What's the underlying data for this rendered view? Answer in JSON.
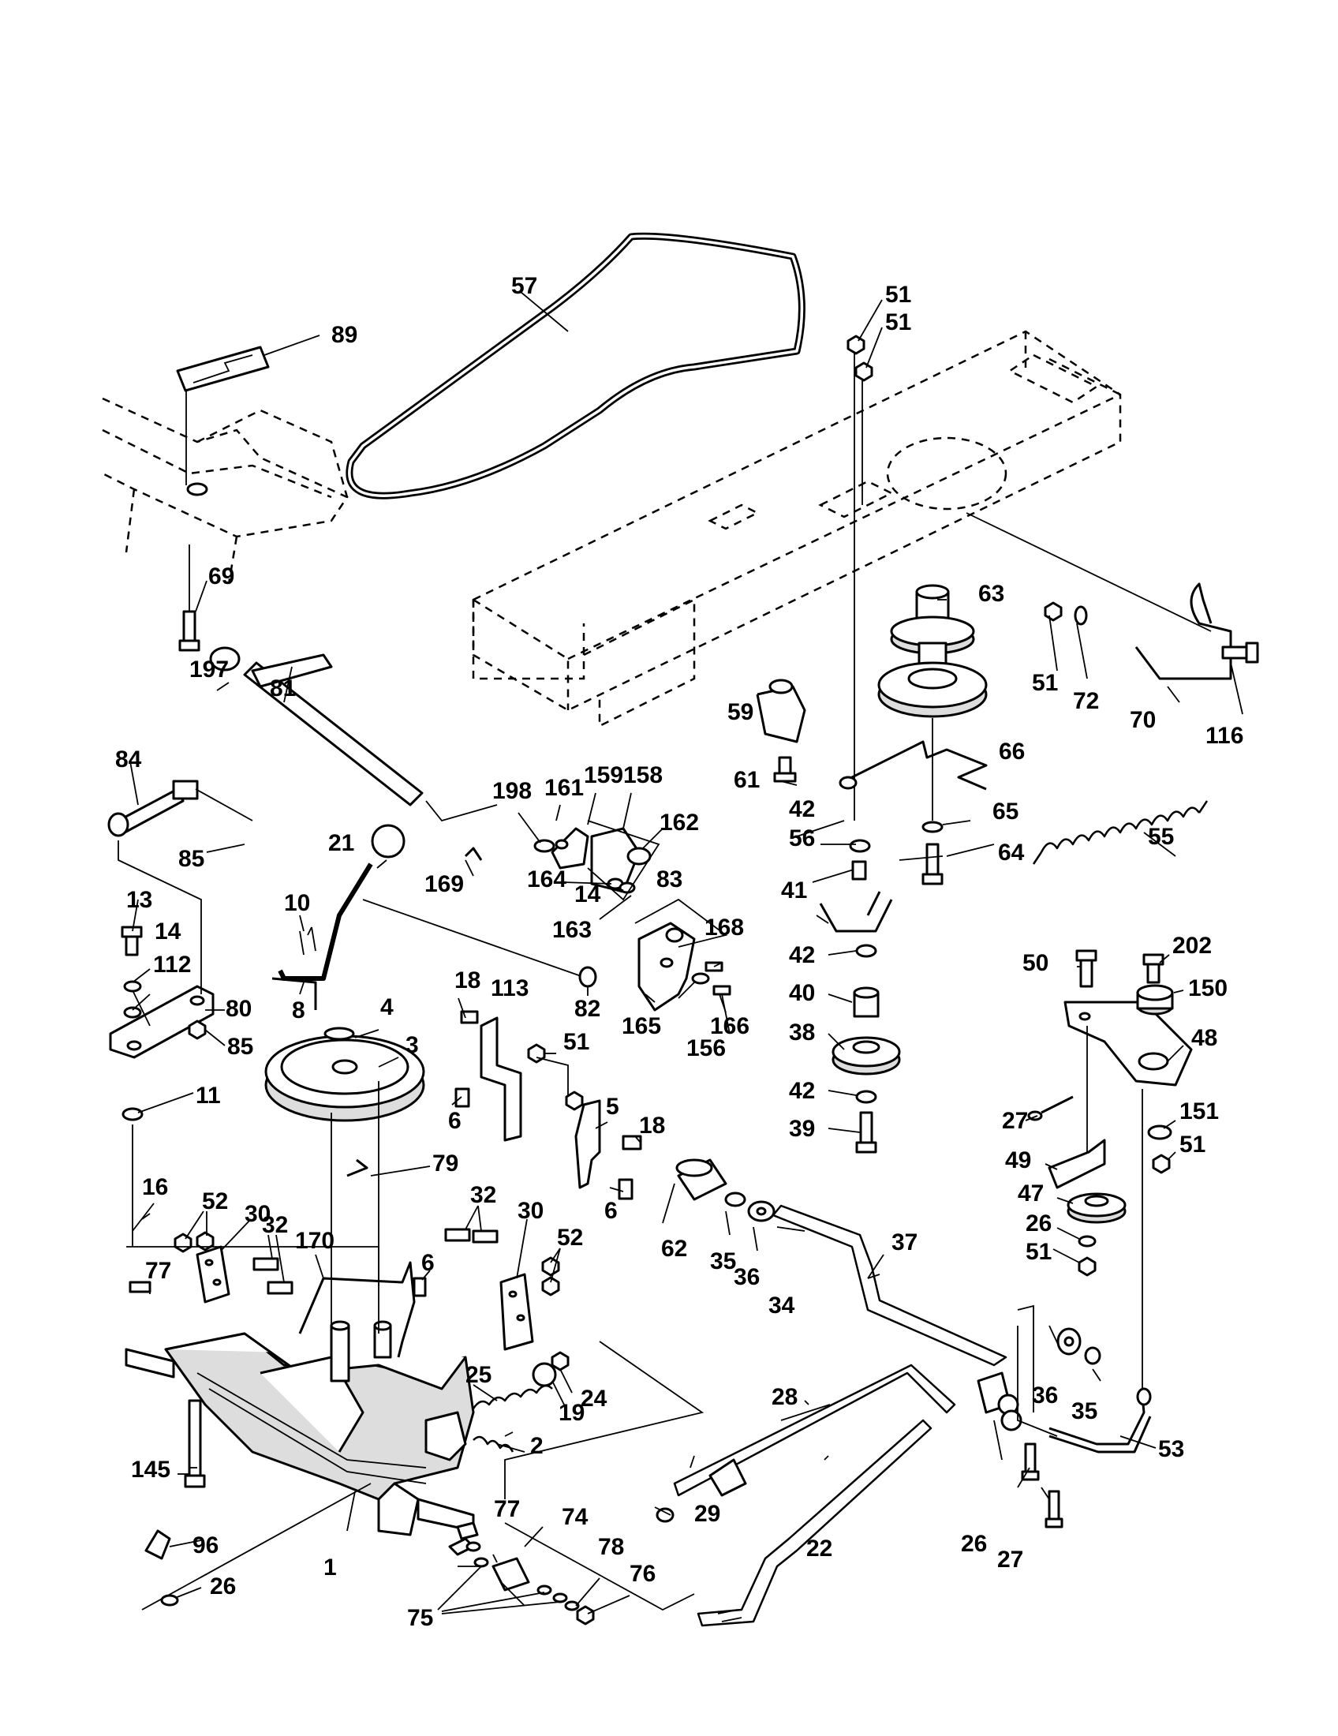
{
  "diagram": {
    "colors": {
      "ink": "#000000",
      "paper": "#ffffff",
      "shade": "#dddddd"
    },
    "callouts": [
      "1",
      "2",
      "3",
      "4",
      "5",
      "6",
      "8",
      "10",
      "11",
      "13",
      "14",
      "16",
      "18",
      "19",
      "21",
      "22",
      "24",
      "25",
      "26",
      "27",
      "28",
      "29",
      "30",
      "32",
      "34",
      "35",
      "36",
      "37",
      "38",
      "39",
      "40",
      "41",
      "42",
      "47",
      "48",
      "49",
      "50",
      "51",
      "52",
      "53",
      "55",
      "56",
      "57",
      "59",
      "61",
      "62",
      "63",
      "64",
      "65",
      "66",
      "69",
      "70",
      "72",
      "74",
      "75",
      "76",
      "77",
      "78",
      "79",
      "80",
      "81",
      "82",
      "83",
      "84",
      "85",
      "89",
      "96",
      "112",
      "113",
      "116",
      "145",
      "150",
      "151",
      "156",
      "158",
      "159",
      "161",
      "162",
      "163",
      "164",
      "165",
      "166",
      "168",
      "169",
      "170",
      "197",
      "198",
      "202"
    ]
  }
}
